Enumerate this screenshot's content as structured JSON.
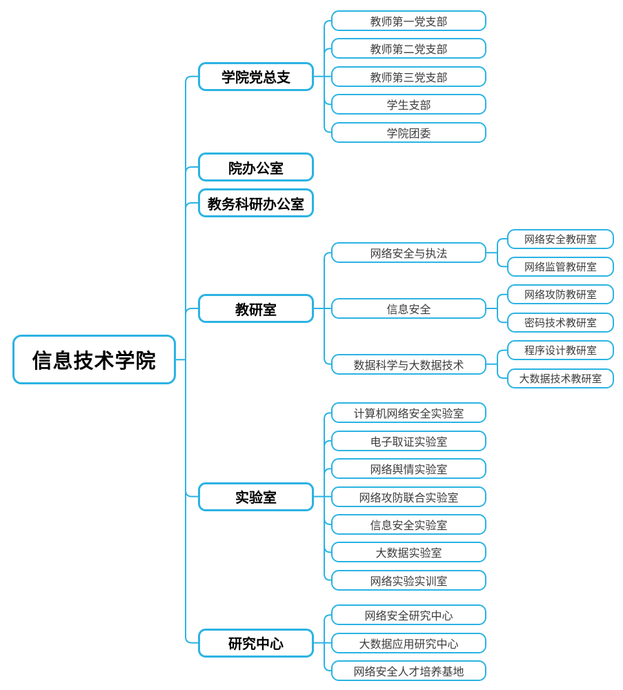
{
  "accent_color": "#2bb3e3",
  "background_color": "#ffffff",
  "tree": {
    "label": "信息技术学院",
    "children": [
      {
        "label": "学院党总支",
        "children": [
          {
            "label": "教师第一党支部"
          },
          {
            "label": "教师第二党支部"
          },
          {
            "label": "教师第三党支部"
          },
          {
            "label": "学生支部"
          },
          {
            "label": "学院团委"
          }
        ]
      },
      {
        "label": "院办公室"
      },
      {
        "label": "教务科研办公室"
      },
      {
        "label": "教研室",
        "children": [
          {
            "label": "网络安全与执法",
            "children": [
              {
                "label": "网络安全教研室"
              },
              {
                "label": "网络监管教研室"
              }
            ]
          },
          {
            "label": "信息安全",
            "children": [
              {
                "label": "网络攻防教研室"
              },
              {
                "label": "密码技术教研室"
              }
            ]
          },
          {
            "label": "数据科学与大数据技术",
            "children": [
              {
                "label": "程序设计教研室"
              },
              {
                "label": "大数据技术教研室"
              }
            ]
          }
        ]
      },
      {
        "label": "实验室",
        "children": [
          {
            "label": "计算机网络安全实验室"
          },
          {
            "label": "电子取证实验室"
          },
          {
            "label": "网络舆情实验室"
          },
          {
            "label": "网络攻防联合实验室"
          },
          {
            "label": "信息安全实验室"
          },
          {
            "label": "大数据实验室"
          },
          {
            "label": "网络实验实训室"
          }
        ]
      },
      {
        "label": "研究中心",
        "children": [
          {
            "label": "网络安全研究中心"
          },
          {
            "label": "大数据应用研究中心"
          },
          {
            "label": "网络安全人才培养基地"
          }
        ]
      }
    ]
  }
}
